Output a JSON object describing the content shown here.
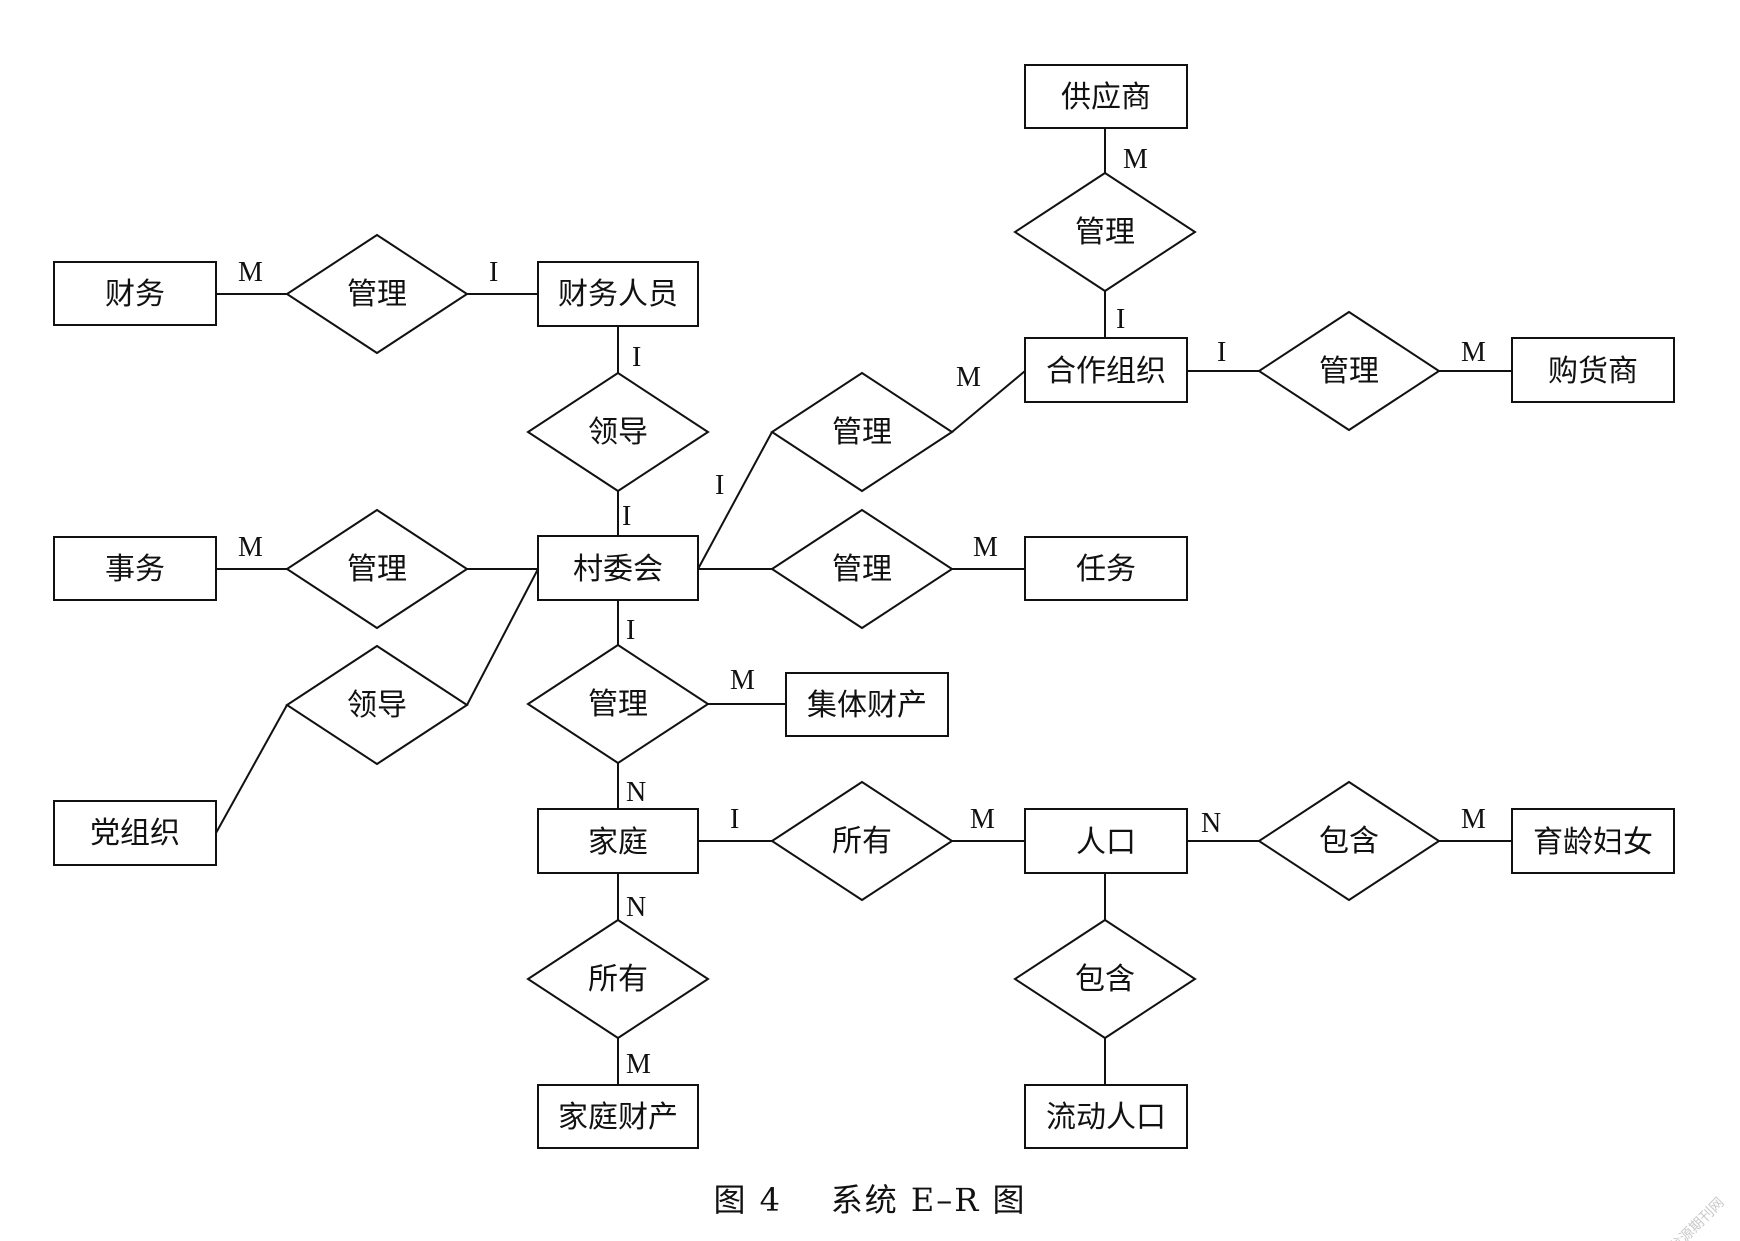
{
  "entities": {
    "caiwu": "财务",
    "caiwu_renyuan": "财务人员",
    "shiwu": "事务",
    "cunweihui": "村委会",
    "dangzuzhi": "党组织",
    "gongyingshang": "供应商",
    "hezuo_zuzhi": "合作组织",
    "gouhuoshang": "购货商",
    "renwu": "任务",
    "jiti_caichan": "集体财产",
    "jiating": "家庭",
    "renkou": "人口",
    "yuling_funv": "育龄妇女",
    "jiating_caichan": "家庭财产",
    "liudong_renkou": "流动人口"
  },
  "relationships": {
    "manage_finance": "管理",
    "lead_staff": "领导",
    "manage_affairs": "管理",
    "lead_party": "领导",
    "manage_supplier": "管理",
    "manage_coop": "管理",
    "manage_buyer": "管理",
    "manage_task": "管理",
    "manage_property": "管理",
    "own_population": "所有",
    "contain_women": "包含",
    "own_family_property": "所有",
    "contain_floating": "包含"
  },
  "cardinalities": {
    "finance_m": "M",
    "finance_staff_i": "I",
    "staff_lead_i": "I",
    "lead_village_i": "I",
    "affairs_m": "M",
    "supplier_m": "M",
    "supplier_coop_i": "I",
    "coop_m": "M",
    "coop_buyer_i": "I",
    "buyer_m": "M",
    "village_coop_i": "I",
    "task_m": "M",
    "village_prop_i": "I",
    "property_m": "M",
    "family_n": "N",
    "family_i": "I",
    "population_m": "M",
    "population_n": "N",
    "women_m": "M",
    "family_own_n": "N",
    "family_property_m": "M"
  },
  "caption": "图 4    系统 E–R 图",
  "watermark": "龙源期刊网"
}
